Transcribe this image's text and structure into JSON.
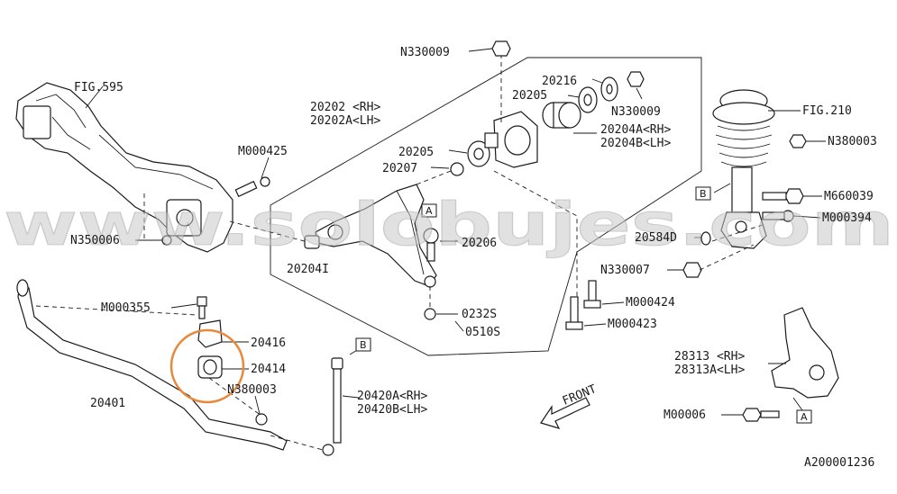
{
  "colors": {
    "line": "#1a1a1a",
    "highlight": "#e8883a",
    "watermark": "#c9c9c9",
    "background": "#ffffff"
  },
  "watermark": "www.solobujes.com",
  "labels": {
    "fig595": "FIG.595",
    "m000425": "M000425",
    "n350006": "N350006",
    "n330009_top": "N330009",
    "p20202_rh": "20202 <RH>",
    "p20202a_lh": "20202A<LH>",
    "p20216": "20216",
    "p20205_top": "20205",
    "n330009_right": "N330009",
    "p20204a_rh": "20204A<RH>",
    "p20204b_lh": "20204B<LH>",
    "p20205_mid": "20205",
    "p20207": "20207",
    "p20206": "20206",
    "p20204i": "20204I",
    "p0232s": "0232S",
    "p0510s": "0510S",
    "fig210": "FIG.210",
    "n380003_top": "N380003",
    "m660039": "M660039",
    "m000394": "M000394",
    "p20584d": "20584D",
    "n330007": "N330007",
    "m000424": "M000424",
    "m000423": "M000423",
    "m000355": "M000355",
    "p20416": "20416",
    "p20414": "20414",
    "n380003_bot": "N380003",
    "p20401": "20401",
    "p20420a_rh": "20420A<RH>",
    "p20420b_lh": "20420B<LH>",
    "p28313_rh": "28313 <RH>",
    "p28313a_lh": "28313A<LH>",
    "m00006": "M00006",
    "front": "FRONT",
    "diagram_id": "A200001236"
  },
  "callouts": {
    "a": "A",
    "b": "B"
  },
  "icons": [
    "arrow-front-icon"
  ]
}
